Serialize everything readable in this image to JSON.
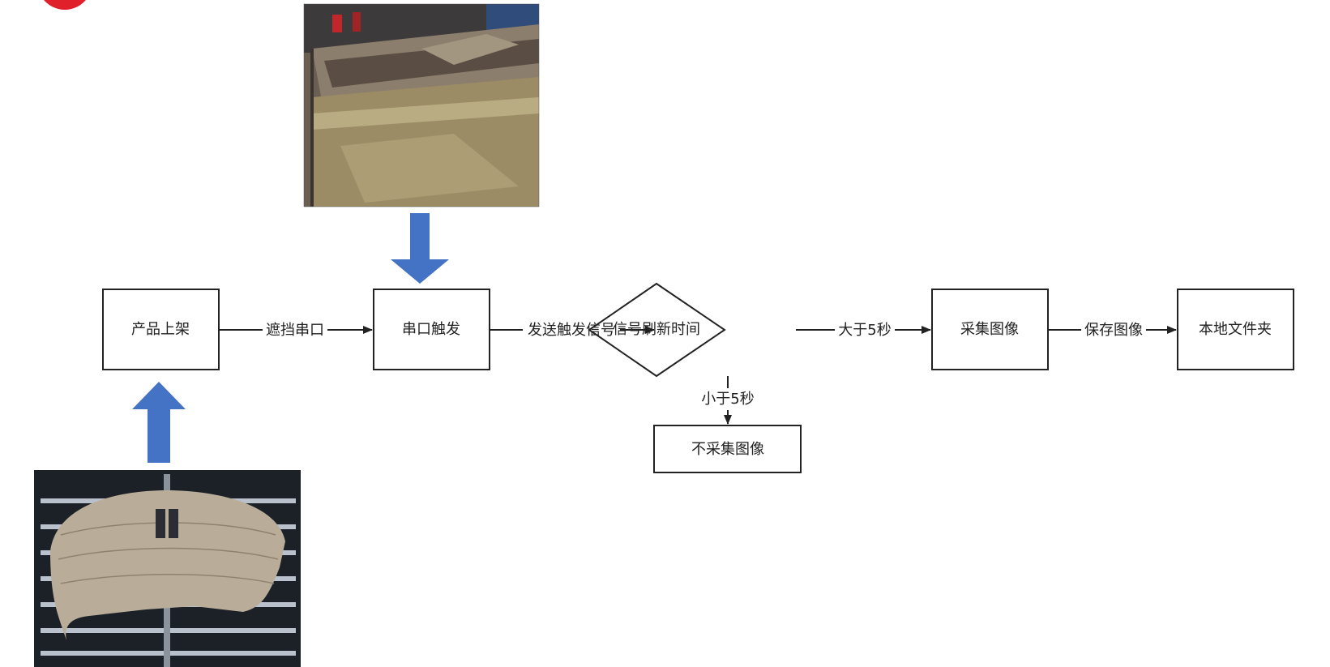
{
  "colors": {
    "stroke": "#222222",
    "block_arrow": "#4472C4",
    "red_corner_shape": "#E0202A",
    "photo_rig_dark": "#4a4038",
    "photo_tray_beige": "#b9ad9a",
    "photo_rack_dark": "#1c2128"
  },
  "photos": {
    "sensor_rig": {
      "description_icon": "machine-photo"
    },
    "product_tray": {
      "description_icon": "product-photo"
    }
  },
  "nodes": {
    "product_on_shelf": "产品上架",
    "serial_trigger": "串口触发",
    "signal_refresh_time": "信号刷新时间",
    "capture_image": "采集图像",
    "local_folder": "本地文件夹",
    "no_capture": "不采集图像"
  },
  "edges": {
    "block_serial": "遮挡串口",
    "send_trigger_signal": "发送触发信号",
    "greater_than_5s": "大于5秒",
    "save_image": "保存图像",
    "less_than_5s": "小于5秒"
  }
}
